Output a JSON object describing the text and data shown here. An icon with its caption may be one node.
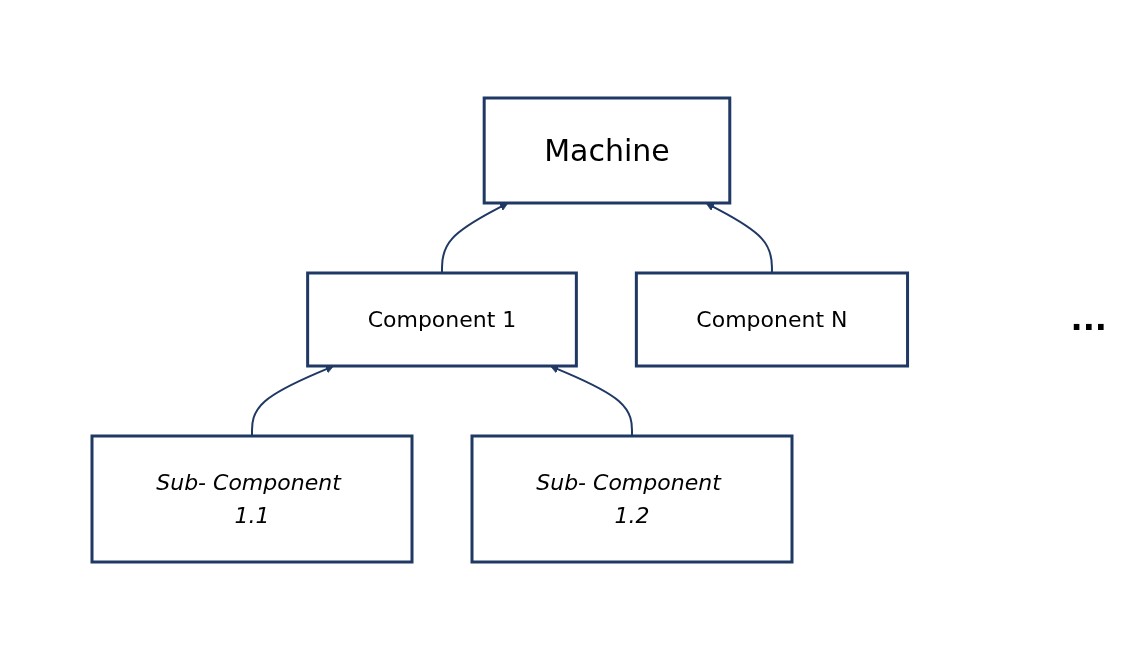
{
  "diagram": {
    "nodes": [
      {
        "text": [
          "Machine"
        ]
      },
      {
        "text": [
          "Component 1"
        ]
      },
      {
        "text": [
          "Component N"
        ]
      },
      {
        "text": [
          "Sub- Component 1.1"
        ]
      },
      {
        "text": [
          "Sub- Component 1.2"
        ]
      }
    ],
    "edges": [
      {
        "from": 1,
        "to": 0,
        "arrow": "to"
      },
      {
        "from": 2,
        "to": 0,
        "arrow": "to"
      },
      {
        "from": 3,
        "to": 1,
        "arrow": "to"
      },
      {
        "from": 4,
        "to": 1,
        "arrow": "to"
      }
    ],
    "labels": [
      "..."
    ]
  }
}
